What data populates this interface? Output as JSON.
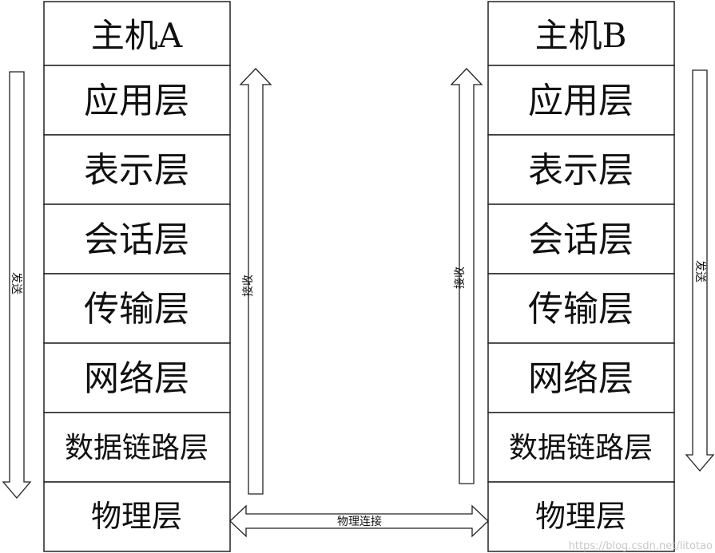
{
  "host_a": {
    "layers": [
      "主机A",
      "应用层",
      "表示层",
      "会话层",
      "传输层",
      "网络层",
      "数据链路层",
      "物理层"
    ]
  },
  "host_b": {
    "layers": [
      "主机B",
      "应用层",
      "表示层",
      "会话层",
      "传输层",
      "网络层",
      "数据链路层",
      "物理层"
    ]
  },
  "arrows": {
    "a_send": "发送",
    "a_receive": "接收",
    "b_receive": "接收",
    "b_send": "发送",
    "physical_link": "物理连接"
  },
  "watermark": "https://blog.csdn.net/litotao"
}
